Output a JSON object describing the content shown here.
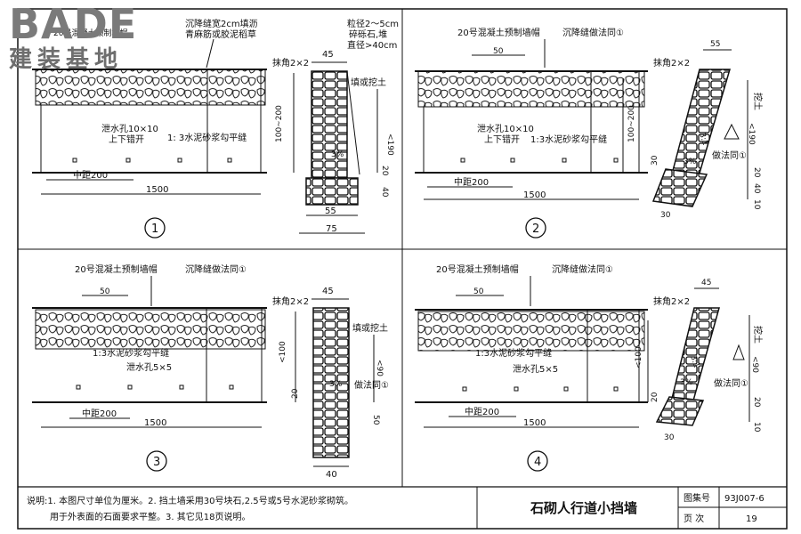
{
  "watermark": {
    "brand": "BADE",
    "cjk": "建装基地",
    "faded": "20号混凝土预制墙帽"
  },
  "common": {
    "coping": "20号混凝土预制墙帽",
    "joint_same": "沉降缝做法同①",
    "chamfer": "抹角2×2",
    "hole_10": "泄水孔10×10",
    "hole_stagger": "上下错开",
    "hole_5": "泄水孔5×5",
    "mortar": "1:3水泥砂浆勾平缝",
    "spacing": "中距200",
    "fill": "填或挖土",
    "dig": "挖土",
    "method_same": "做法同①",
    "slope": "3%",
    "ratio": "3:1"
  },
  "p1": {
    "joint": "沉降缝宽2cm填沥青麻筋或胶泥稻草",
    "gravel": "粒径2～5cm碎砾石,堆直径>40cm",
    "dims": {
      "d45": "45",
      "d100_200": "100~200",
      "d190": "<190",
      "d20": "20",
      "d40": "40",
      "d55": "55",
      "d75": "75",
      "d1500": "1500"
    },
    "num": "1"
  },
  "p2": {
    "dims": {
      "d50": "50",
      "d55": "55",
      "d100_200": "100~200",
      "d190": "<190",
      "d30": "30",
      "d20": "20",
      "d40": "40",
      "d10": "10",
      "d30b": "30",
      "d1500": "1500"
    },
    "num": "2"
  },
  "p3": {
    "dims": {
      "d50": "50",
      "d45": "45",
      "d100": "<100",
      "d90": "<90",
      "d20": "20",
      "d50b": "50",
      "d40": "40",
      "d1500": "1500"
    },
    "num": "3"
  },
  "p4": {
    "dims": {
      "d50": "50",
      "d45": "45",
      "d100": "<100",
      "d90": "<90",
      "d20": "20",
      "d30": "30",
      "d10": "10",
      "d1500": "1500"
    },
    "num": "4"
  },
  "footer": {
    "notes_line1": "说明:1. 本图尺寸单位为厘米。2. 挡土墙采用30号块石,2.5号或5号水泥砂浆砌筑。",
    "notes_line2": "用于外表面的石面要求平整。3. 其它见18页说明。",
    "title": "石砌人行道小挡墙",
    "atlas_label": "图集号",
    "atlas_value": "93J007-6",
    "page_label": "页 次",
    "page_value": "19"
  }
}
